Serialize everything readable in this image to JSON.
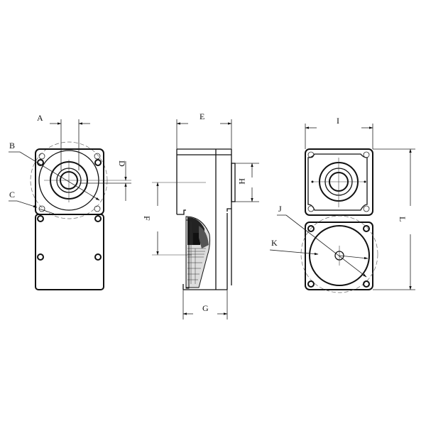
{
  "drawing": {
    "title": "Right-angle gear motor dimension drawing",
    "background": "#ffffff",
    "line_color": "#111111",
    "views": [
      {
        "name": "front-view",
        "labels": [
          "A",
          "B",
          "C",
          "D"
        ]
      },
      {
        "name": "side-view",
        "labels": [
          "E",
          "F",
          "G",
          "H"
        ]
      },
      {
        "name": "rear-view",
        "labels": [
          "I",
          "J",
          "K",
          "L"
        ]
      }
    ],
    "dimension_labels": {
      "A": "A",
      "B": "B",
      "C": "C",
      "D": "D",
      "E": "E",
      "F": "F",
      "G": "G",
      "H": "H",
      "I": "I",
      "J": "J",
      "K": "K",
      "L": "L"
    }
  }
}
